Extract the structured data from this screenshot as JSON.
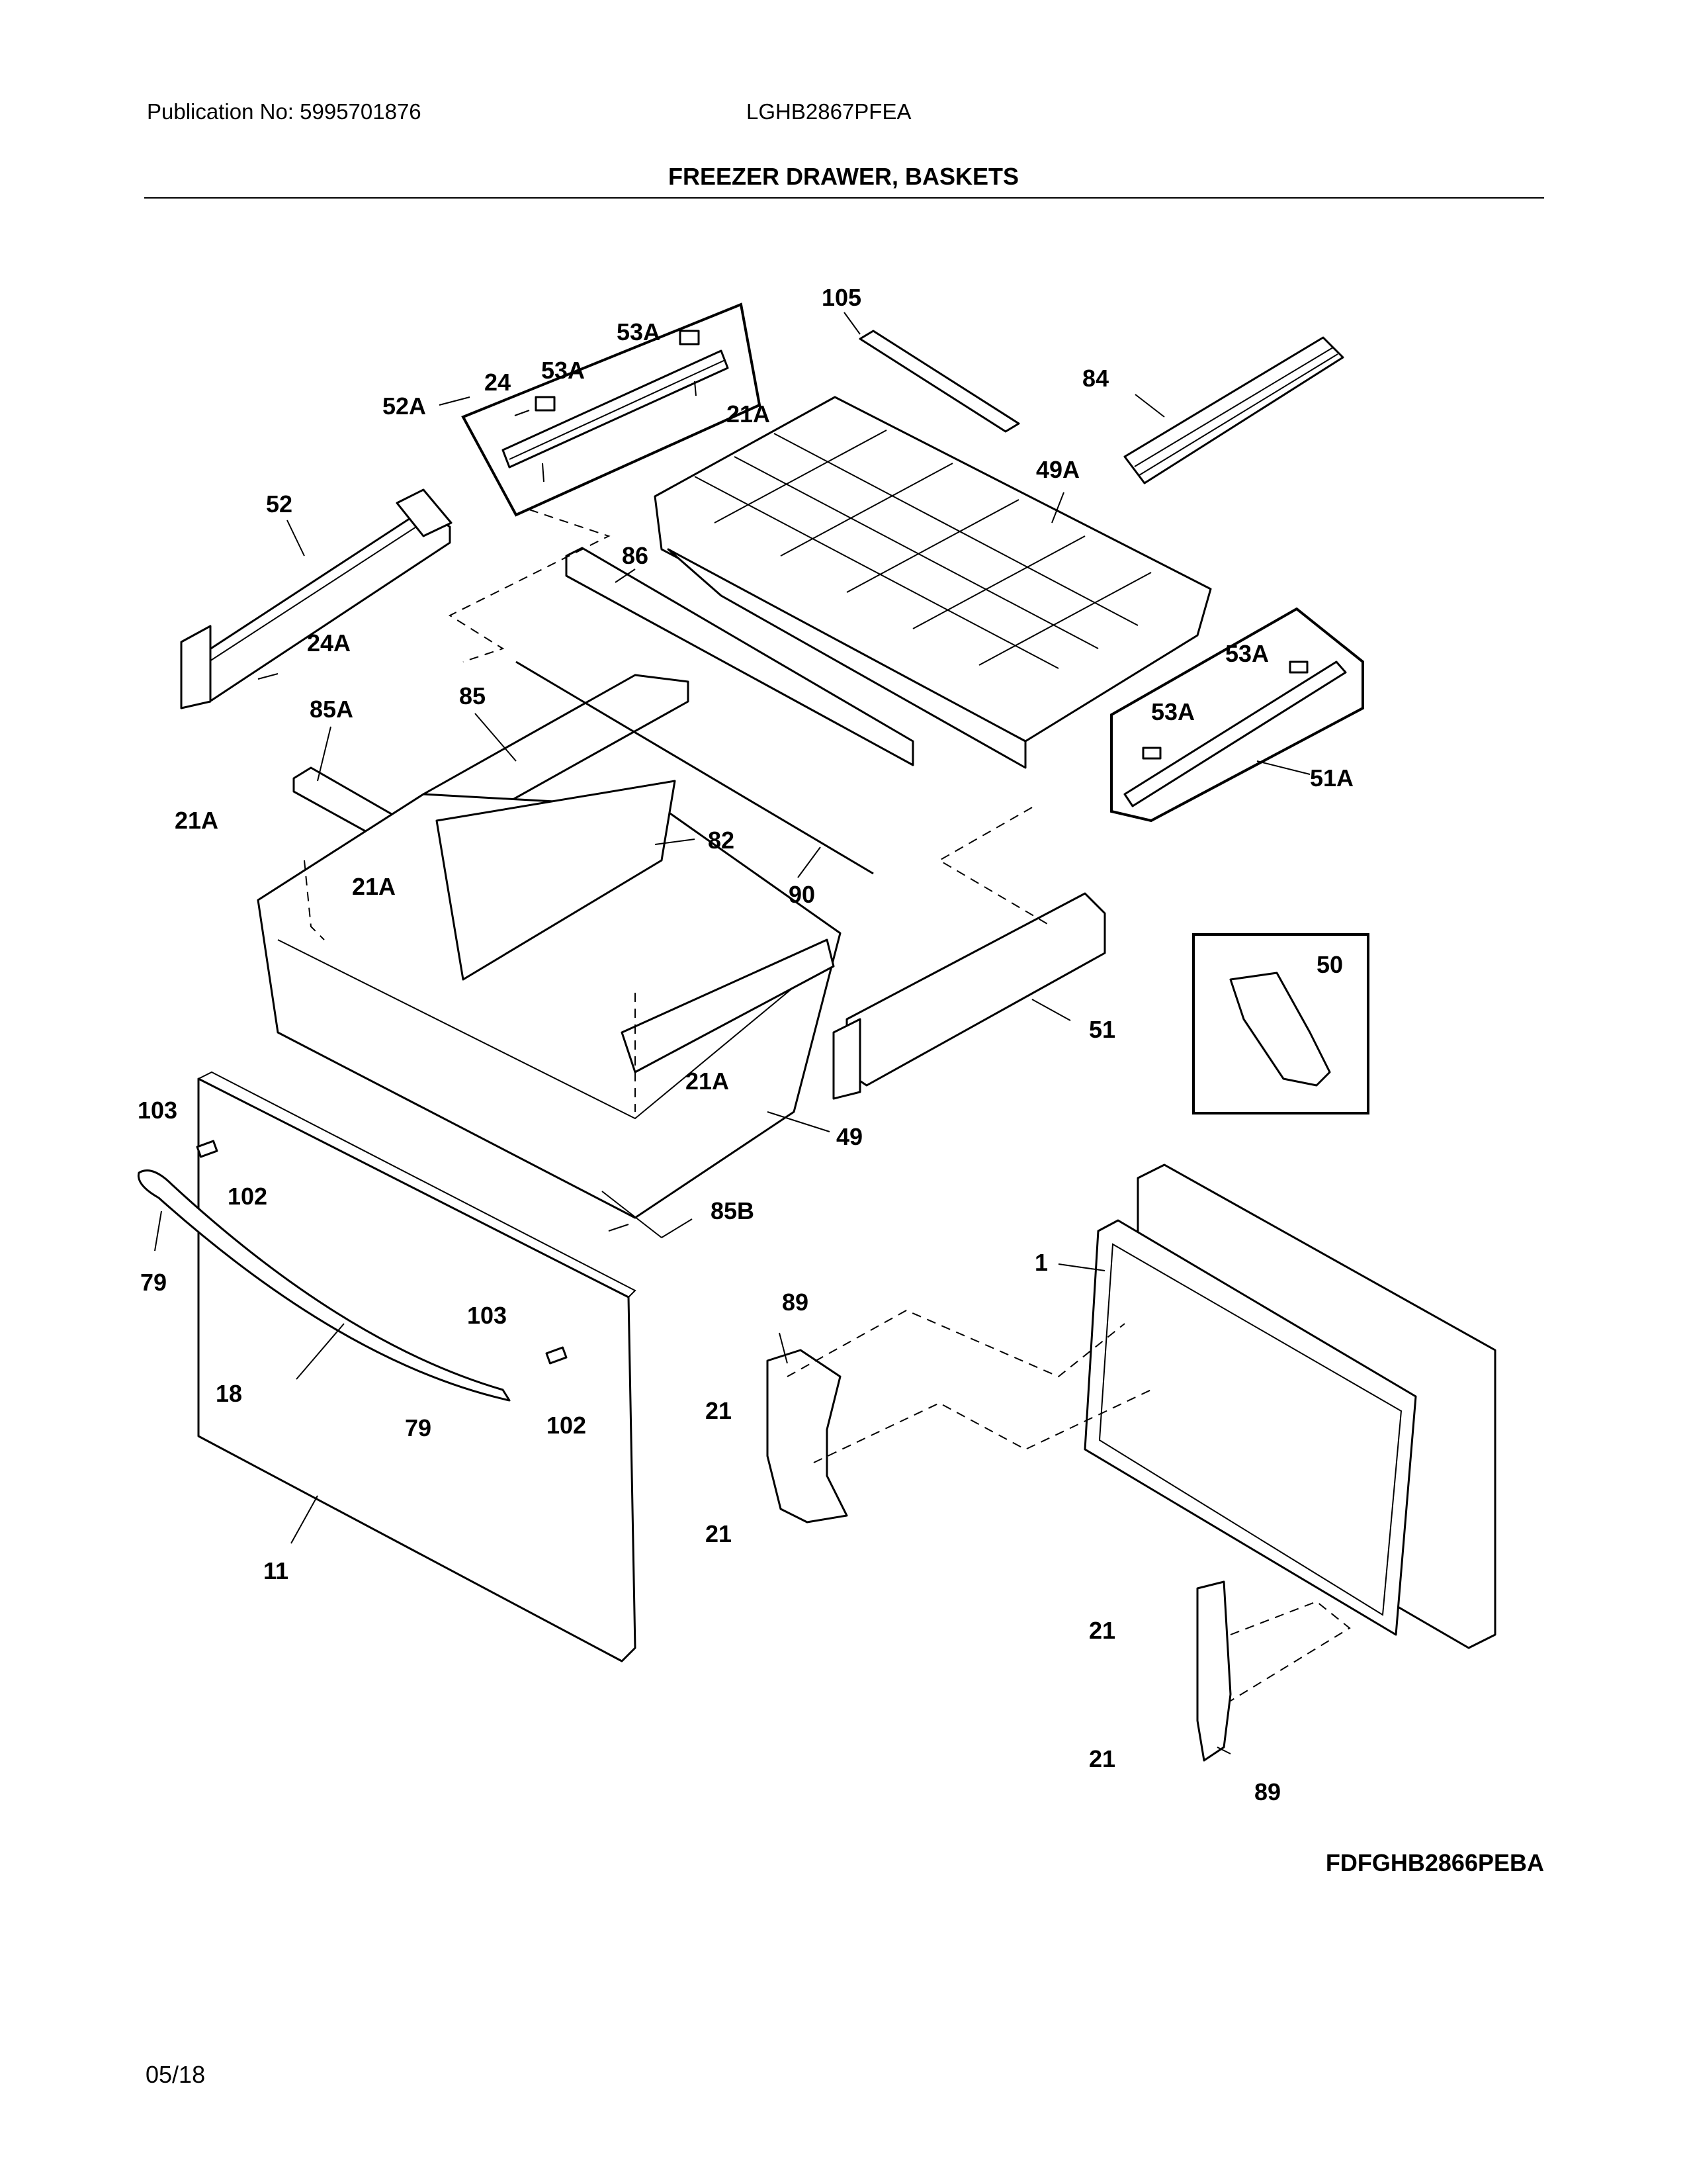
{
  "header": {
    "publication": "Publication No: 5995701876",
    "model": "LGHB2867PFEA",
    "title": "FREEZER DRAWER, BASKETS"
  },
  "callouts": {
    "c105": "105",
    "c84": "84",
    "c53a_1": "53A",
    "c53a_2": "53A",
    "c24": "24",
    "c52a": "52A",
    "c21a_1": "21A",
    "c49a": "49A",
    "c52": "52",
    "c86": "86",
    "c24a": "24A",
    "c53a_3": "53A",
    "c53a_4": "53A",
    "c51a": "51A",
    "c85": "85",
    "c85a": "85A",
    "c21a_2": "21A",
    "c21a_3": "21A",
    "c82": "82",
    "c90": "90",
    "c50": "50",
    "c51": "51",
    "c21a_4": "21A",
    "c49": "49",
    "c103_1": "103",
    "c102_1": "102",
    "c85b": "85B",
    "c79_1": "79",
    "c1": "1",
    "c89_1": "89",
    "c103_2": "103",
    "c18": "18",
    "c21_1": "21",
    "c79_2": "79",
    "c102_2": "102",
    "c21_2": "21",
    "c11": "11",
    "c21_3": "21",
    "c21_4": "21",
    "c89_2": "89"
  },
  "footer": {
    "figure_code": "FDFGHB2866PEBA",
    "date": "05/18"
  }
}
